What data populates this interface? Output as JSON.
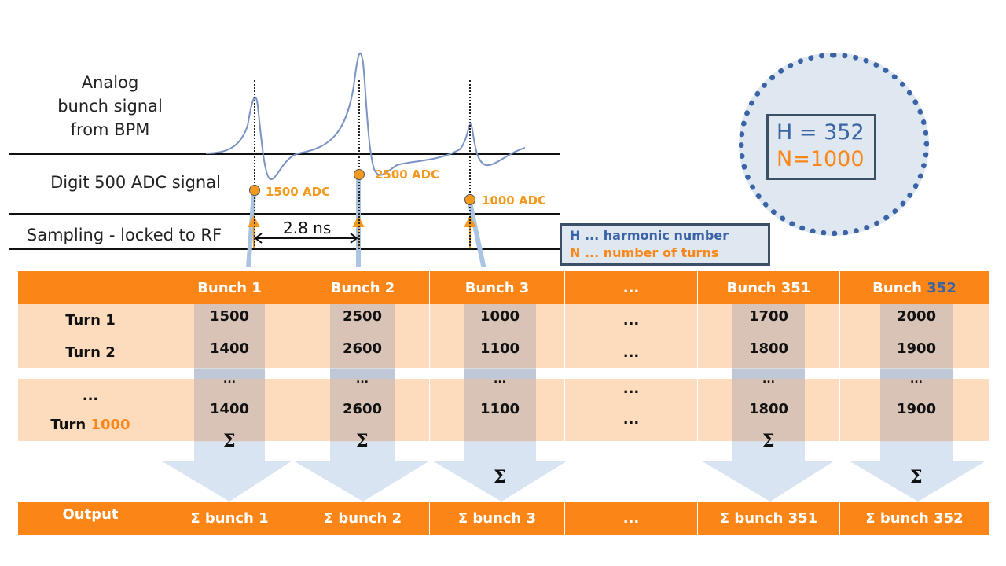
{
  "labels": {
    "analog": [
      "Analog",
      "bunch signal",
      "from BPM"
    ],
    "digit": "Digit 500 ADC signal",
    "sampling": "Sampling - locked to RF",
    "spacing": "2.8 ns"
  },
  "adc_samples": [
    {
      "label": "1500 ADC"
    },
    {
      "label": "2500 ADC"
    },
    {
      "label": "1000 ADC"
    }
  ],
  "params_box": {
    "h": "H = 352",
    "n": "N=1000"
  },
  "legend": {
    "h": "H ... harmonic number",
    "n": "N ... number of turns"
  },
  "colors": {
    "orange": "#fb8617",
    "light_orange": "#fcdcbd",
    "blue": "#3a64a6",
    "light_blue": "#d8e4f2"
  },
  "table": {
    "headers": [
      "",
      "Bunch 1",
      "Bunch 2",
      "Bunch 3",
      "...",
      "Bunch 351",
      "Bunch "
    ],
    "header_last_suffix": "352",
    "rows": [
      {
        "label": "Turn 1",
        "values": [
          "1500",
          "2500",
          "1000",
          "...",
          "1700",
          "2000"
        ]
      },
      {
        "label": "Turn 2",
        "values": [
          "1400",
          "2600",
          "1100",
          "...",
          "1800",
          "1900"
        ]
      },
      {
        "label": "...",
        "values": [
          "...",
          "...",
          "...",
          "...",
          "...",
          "..."
        ]
      },
      {
        "label": "Turn ",
        "label_suffix": "1000",
        "values": [
          "1400",
          "2600",
          "1100",
          "...",
          "1800",
          "1900"
        ]
      }
    ],
    "sigma": "Σ",
    "output": {
      "label": "Output",
      "values": [
        "Σ bunch 1",
        "Σ bunch 2",
        "Σ bunch 3",
        "...",
        "Σ bunch 351",
        "Σ bunch 352"
      ]
    }
  }
}
